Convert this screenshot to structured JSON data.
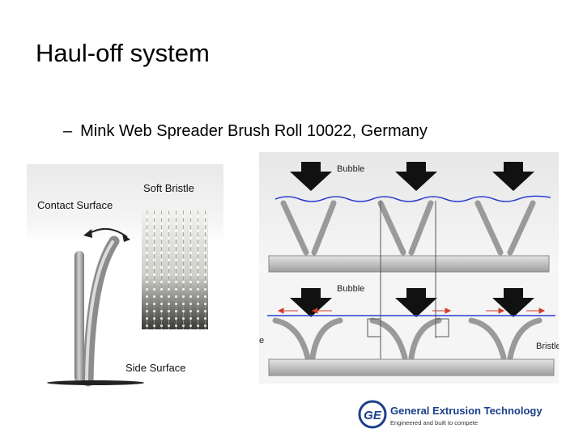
{
  "slide": {
    "title": "Haul-off system",
    "bullet_dash": "–",
    "bullet_text": "Mink Web Spreader Brush Roll 10022, Germany"
  },
  "left_figure": {
    "label_soft_bristle": "Soft Bristle",
    "label_contact_surface": "Contact Surface",
    "label_side_surface": "Side Surface"
  },
  "right_figure": {
    "label_bubble_top": "Bubble",
    "label_bubble_bottom": "Bubble",
    "label_bristle": "Bristle",
    "label_cut": "e"
  },
  "logo": {
    "company": "General Extrusion Technology",
    "tagline": "Engineered and built to compete",
    "mark": "GE",
    "color": "#1b3f8b"
  }
}
